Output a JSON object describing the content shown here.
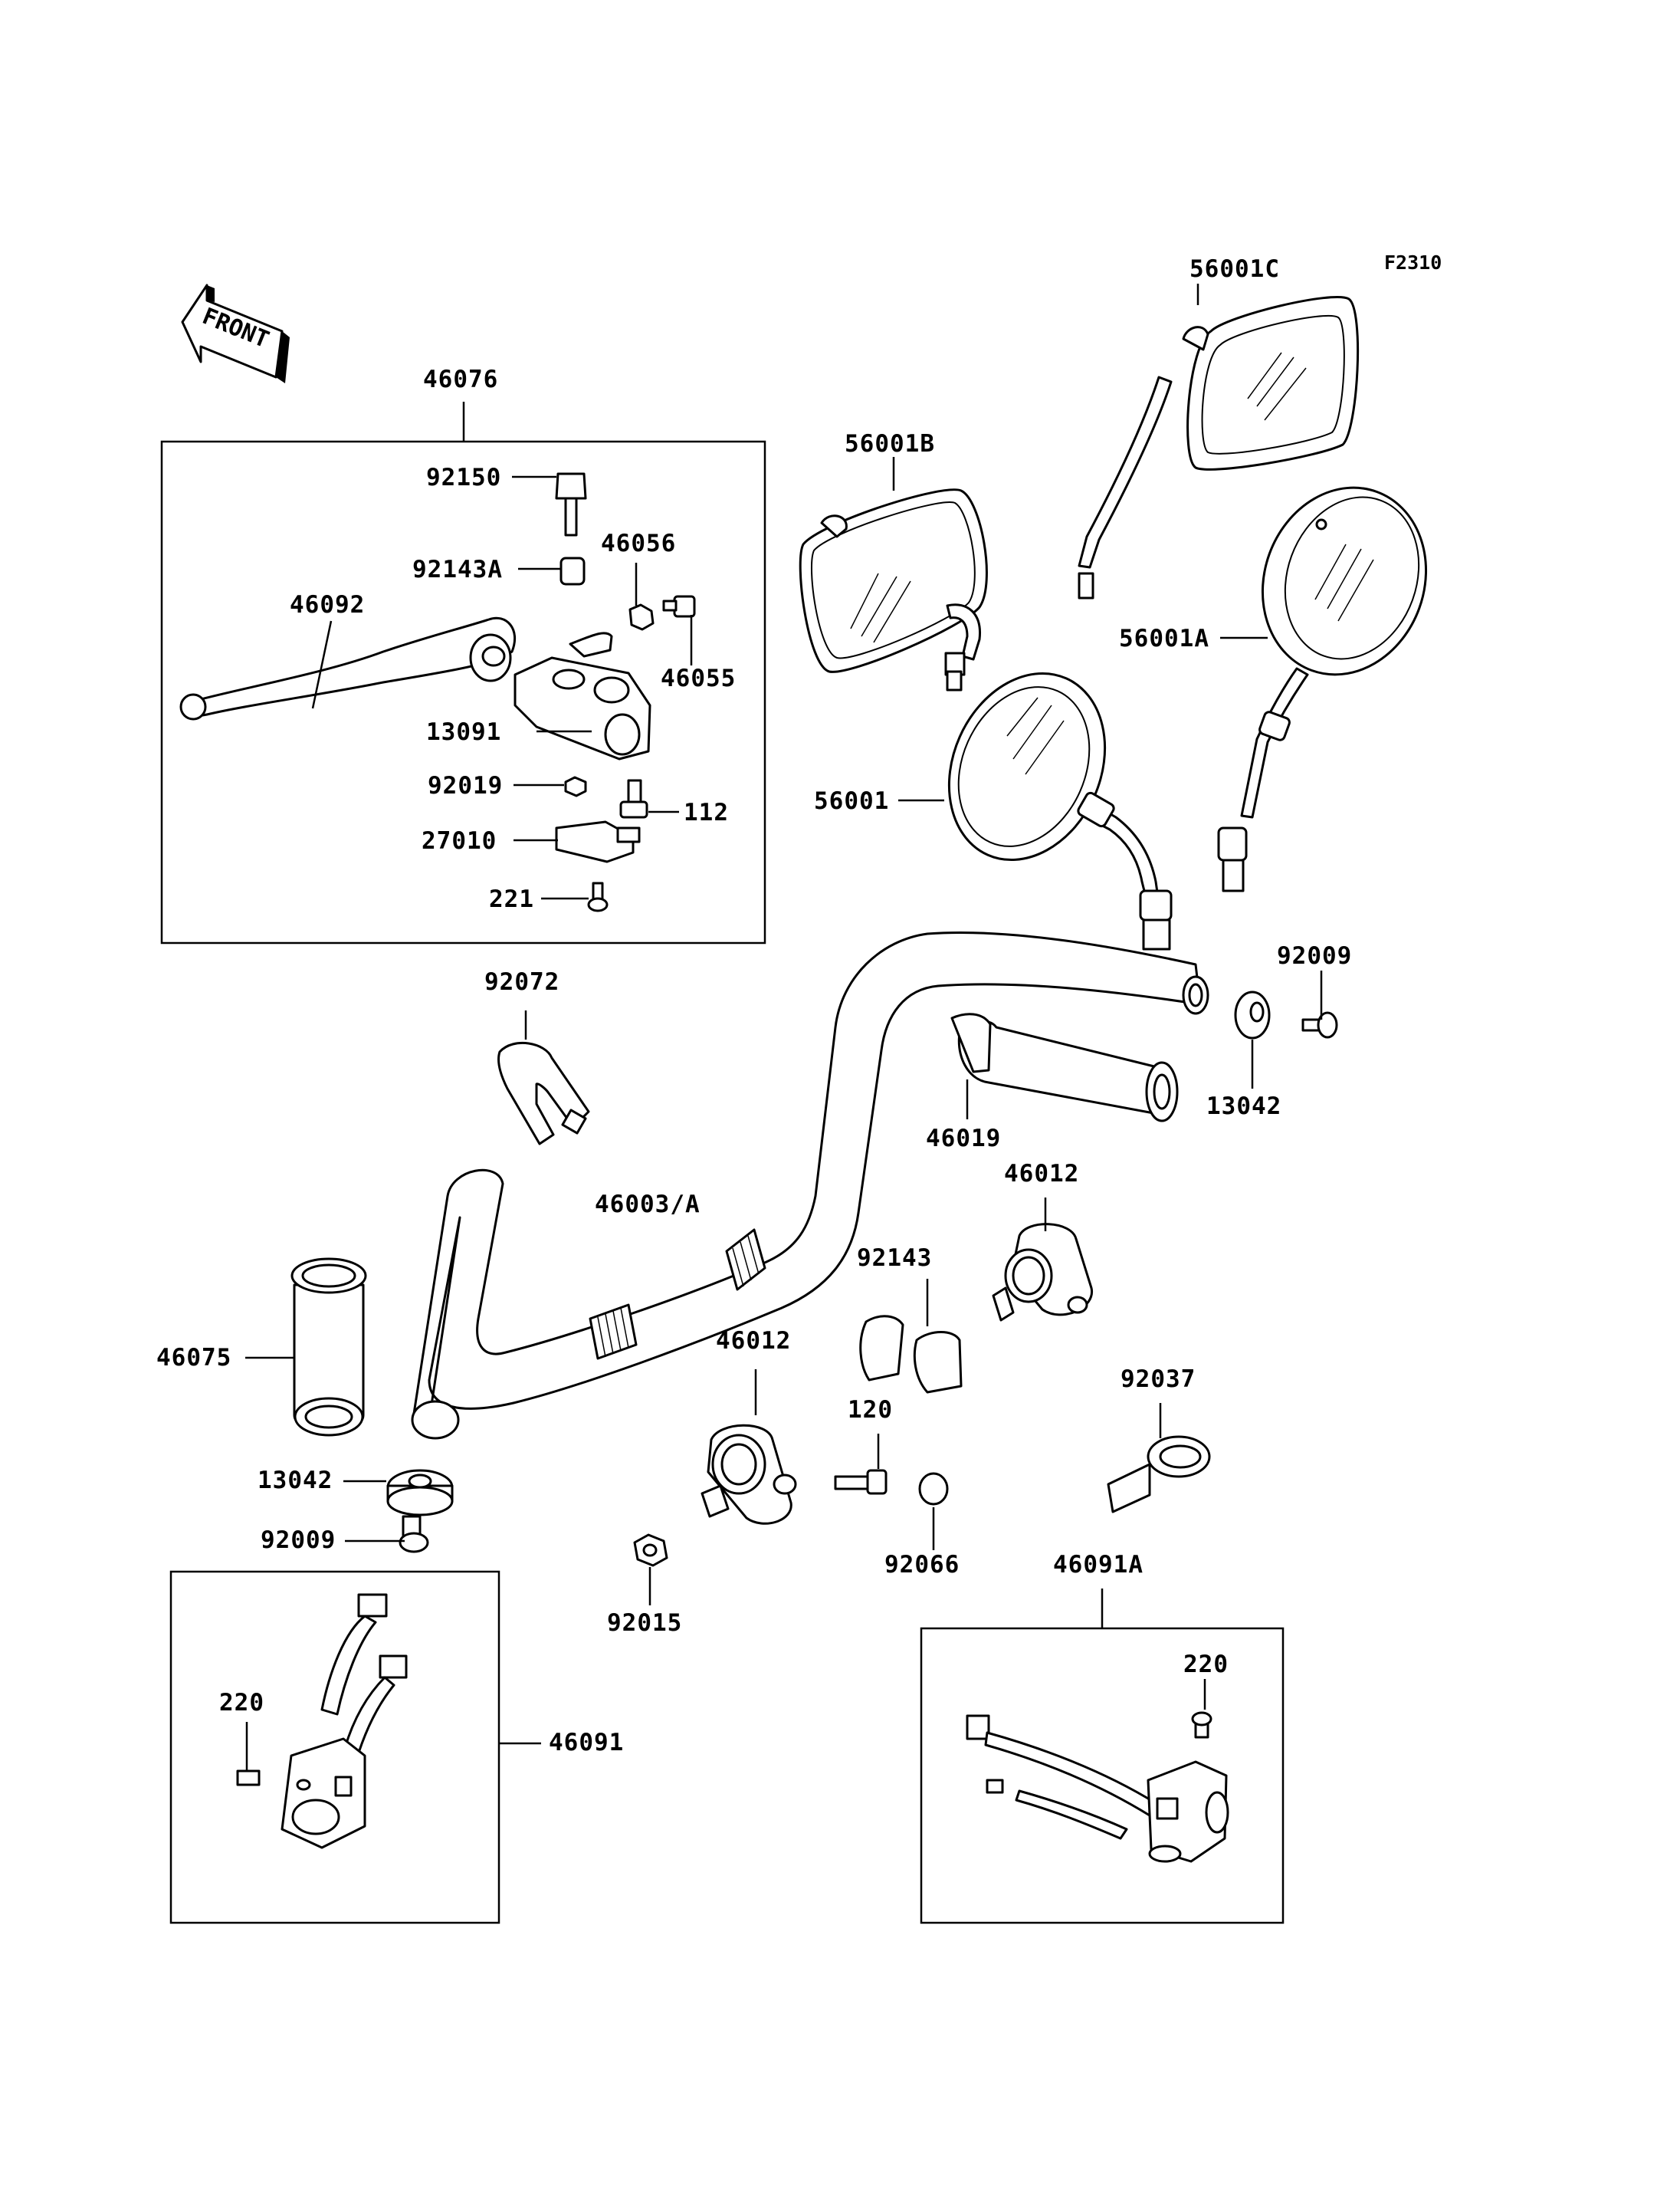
{
  "figure_code": "F2310",
  "front_label": "FRONT",
  "parts": {
    "p46076": "46076",
    "p92150": "92150",
    "p92143A": "92143A",
    "p46056": "46056",
    "p46092": "46092",
    "p46055": "46055",
    "p13091": "13091",
    "p92019": "92019",
    "p112": "112",
    "p27010": "27010",
    "p221": "221",
    "p56001C": "56001C",
    "p56001B": "56001B",
    "p56001A": "56001A",
    "p56001": "56001",
    "p92009_r": "92009",
    "p13042_r": "13042",
    "p92072": "92072",
    "p46019": "46019",
    "p46003A": "46003/A",
    "p46012_r": "46012",
    "p92143": "92143",
    "p46012_c": "46012",
    "p120": "120",
    "p46075": "46075",
    "p92037": "92037",
    "p13042_l": "13042",
    "p92066": "92066",
    "p92009_l": "92009",
    "p92015": "92015",
    "p46091A": "46091A",
    "p220_l": "220",
    "p46091": "46091",
    "p220_r": "220"
  }
}
